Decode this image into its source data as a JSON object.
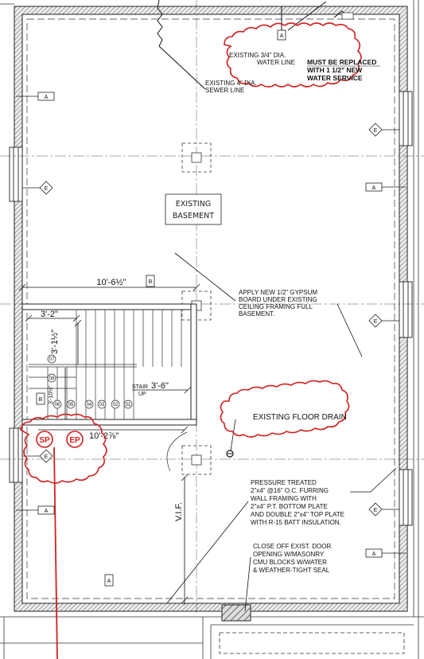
{
  "room": {
    "line1": "EXISTING",
    "line2": "BASEMENT"
  },
  "notes": {
    "water_line": [
      "EXISTING 3/4\" DIA.",
      "WATER LINE"
    ],
    "water_replace": [
      "MUST BE REPLACED",
      "WITH 1 1/2\" NEW",
      "WATER SERVICE"
    ],
    "sewer_line": [
      "EXISTING 4\" DIA.",
      "SEWER LINE"
    ],
    "gypsum": [
      "APPLY NEW 1/2\" GYPSUM",
      "BOARD UNDER EXISTING",
      "CEILING FRAMING FULL",
      "BASEMENT."
    ],
    "floor_drain": "EXISTING FLOOR DRAIN",
    "furring": [
      "PRESSURE TREATED",
      "2\"x4\" @16\" O.C. FURRING",
      "WALL FRAMING WITH",
      "2\"x4\" P.T. BOTTOM PLATE",
      "AND DOUBLE 2\"x4\" TOP PLATE",
      "WITH R-15 BATT INSULATION."
    ],
    "door": [
      "CLOSE OFF EXIST. DOOR",
      "OPENING W/MASONRY",
      "CMU BLOCKS W/WATER",
      "& WEATHER-TIGHT SEAL"
    ]
  },
  "dimensions": {
    "stair_run": "10'-6½\"",
    "stair_width": "3'-2\"",
    "stair_vert": "3'-1½\"",
    "stair_vert2": "3'-10½\"",
    "lower_run": "10'-2⅞\"",
    "stair_label": "STAIR",
    "stair_dim": "3'-6\"",
    "stair_up": "UP",
    "vif": "V.I.F."
  },
  "tags": {
    "a": "A",
    "b": "B",
    "e": "E"
  },
  "panels": {
    "sp": "SP",
    "ep": "EP"
  },
  "steps": [
    "01",
    "02",
    "03",
    "04",
    "05",
    "06",
    "07",
    "08"
  ],
  "colors": {
    "line": "#111111",
    "cloud": "#d21f1f",
    "wall": "#666666"
  }
}
